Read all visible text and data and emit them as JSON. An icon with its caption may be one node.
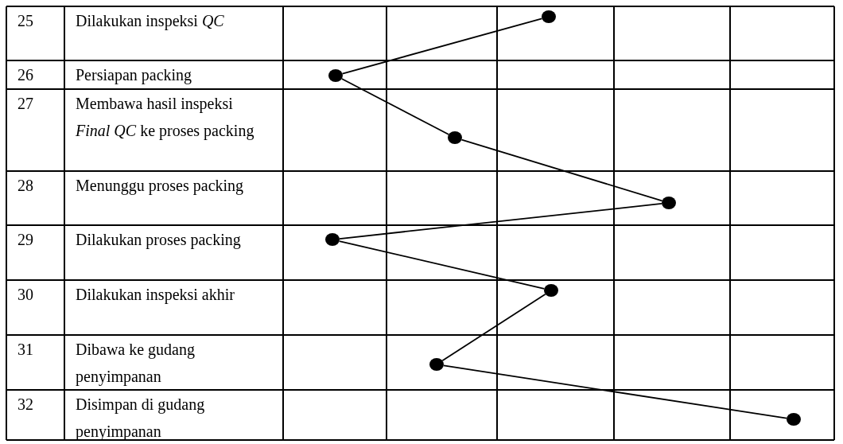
{
  "diagram": {
    "nodes": [
      {
        "text": [],
        "shape": "circle"
      },
      {
        "text": [],
        "shape": "circle"
      },
      {
        "text": [],
        "shape": "circle"
      },
      {
        "text": [],
        "shape": "circle"
      },
      {
        "text": [],
        "shape": "circle"
      },
      {
        "text": [],
        "shape": "circle"
      },
      {
        "text": [],
        "shape": "circle"
      },
      {
        "text": [],
        "shape": "circle"
      }
    ],
    "edges": [
      {
        "from": 0,
        "to": 1,
        "arrow": "none"
      },
      {
        "from": 1,
        "to": 2,
        "arrow": "none"
      },
      {
        "from": 2,
        "to": 3,
        "arrow": "none"
      },
      {
        "from": 3,
        "to": 4,
        "arrow": "none"
      },
      {
        "from": 4,
        "to": 5,
        "arrow": "none"
      },
      {
        "from": 5,
        "to": 6,
        "arrow": "none"
      },
      {
        "from": 6,
        "to": 7,
        "arrow": "none"
      }
    ],
    "labels": [
      "25",
      "Dilakukan inspeksi *QC*",
      "26",
      "Persiapan packing",
      "27",
      "Membawa hasil inspeksi *Final QC* ke proses packing",
      "28",
      "Menunggu proses packing",
      "29",
      "Dilakukan proses packing",
      "30",
      "Dilakukan inspeksi akhir",
      "31",
      "Dibawa ke gudang penyimpanan",
      "32",
      "Disimpan di gudang penyimpanan"
    ]
  }
}
